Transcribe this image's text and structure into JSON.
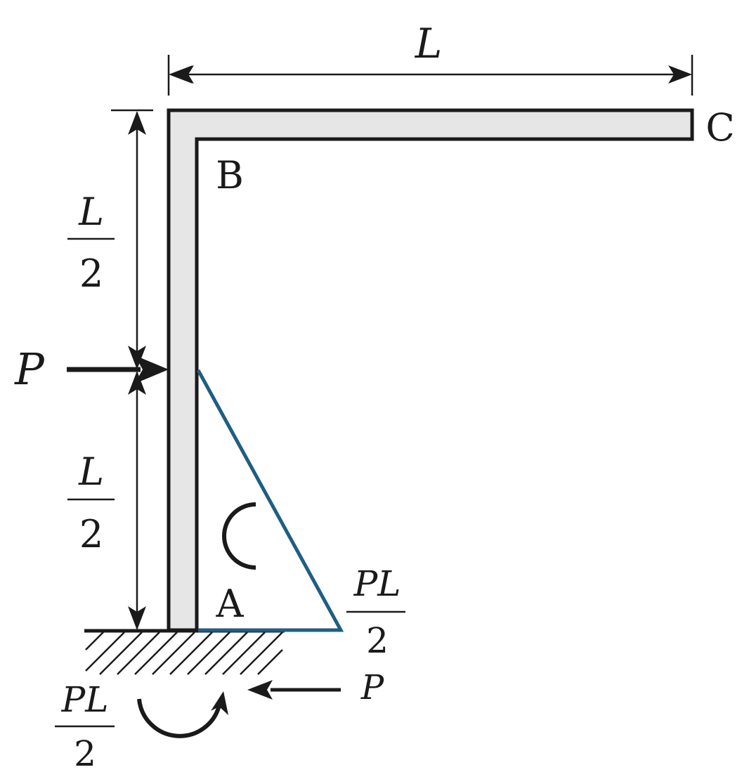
{
  "labels": {
    "top_dimension": "L",
    "point_b": "B",
    "point_c": "C",
    "point_a": "A",
    "load_p": "P",
    "upper_segment": {
      "numerator": "L",
      "denominator": "2"
    },
    "lower_segment": {
      "numerator": "L",
      "denominator": "2"
    },
    "moment_diagram_value": {
      "numerator": "PL",
      "denominator": "2"
    },
    "reaction_force": "P",
    "reaction_moment": {
      "numerator": "PL",
      "denominator": "2"
    }
  },
  "colors": {
    "member_fill": "#e6e6e6",
    "outline": "#1a1a1a",
    "moment_diagram": "#1f5e80"
  }
}
